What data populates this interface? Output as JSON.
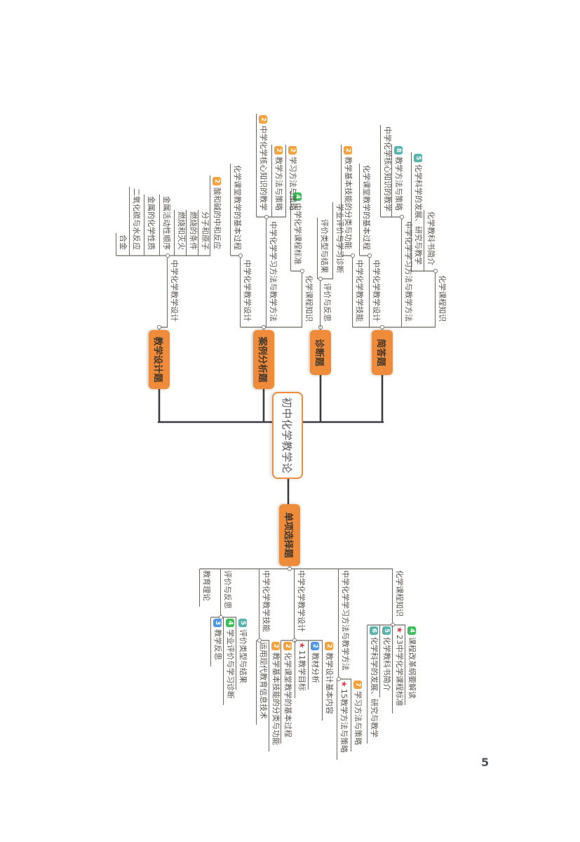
{
  "page": {
    "number": "5"
  },
  "icons": {
    "star": "★"
  },
  "colors": {
    "topic_fill": "#EF8C3C",
    "main_line": "#3E3A43",
    "sub_line": "#6E6760",
    "badge_orange": "#F6A13C",
    "badge_green": "#3CBE5B",
    "badge_blue": "#4E97E4",
    "badge_teal": "#56B4AC",
    "star_red": "#E3404A"
  },
  "root": {
    "label": "初中化学教学论"
  },
  "topics": [
    {
      "label": "简答题",
      "children": [
        {
          "label": "化学课程知识",
          "children": [
            {
              "label": "化学教科书简介"
            },
            {
              "label": "化学科学的发展、研究与教学",
              "badge": "5",
              "badge_color": "teal"
            }
          ]
        },
        {
          "label": "中学化学学习方法与教学方法",
          "children": [
            {
              "label": "教学方法与策略",
              "badge": "8",
              "badge_color": "teal"
            },
            {
              "label": "中学化学核心知识的教学"
            }
          ]
        },
        {
          "label": "中学化学教学设计",
          "children": [
            {
              "label": "化学课堂教学的基本过程"
            }
          ]
        },
        {
          "label": "中学化学教学技能",
          "children": [
            {
              "label": "教学基本技能的分类与功能",
              "badge": "2",
              "badge_color": "orange"
            }
          ]
        }
      ]
    },
    {
      "label": "诊断题",
      "children": [
        {
          "label": "评价与反思",
          "children": [
            {
              "label": "学业评价与学习诊断"
            },
            {
              "label": "评价类型与结果"
            }
          ]
        }
      ]
    },
    {
      "label": "案例分析题",
      "children": [
        {
          "label": "化学课程知识",
          "children": [
            {
              "label": "中学化学课程标准",
              "badge": "4",
              "badge_color": "green"
            }
          ]
        },
        {
          "label": "中学化学学习方法与教学方法",
          "children": [
            {
              "label": "学习方法与策略",
              "badge": "2",
              "badge_color": "orange"
            },
            {
              "label": "教学方法与策略",
              "badge": "2",
              "badge_color": "orange"
            },
            {
              "label": "中学化学核心知识的教学",
              "badge": "2",
              "badge_color": "orange"
            }
          ]
        },
        {
          "label": "中学化学教学设计",
          "children": [
            {
              "label": "化学课堂教学的基本过程"
            }
          ]
        }
      ]
    },
    {
      "label": "教学设计题",
      "children": [
        {
          "label": "中学化学教学设计",
          "children": [
            {
              "label": "酸和碱的中和反应",
              "badge": "2",
              "badge_color": "orange"
            },
            {
              "label": "分子和原子"
            },
            {
              "label": "燃烧的条件"
            },
            {
              "label": "燃烧和灭火"
            },
            {
              "label": "金属活动性顺序"
            },
            {
              "label": "金属的化学性质"
            },
            {
              "label": "二氧化碳与水反应"
            },
            {
              "label": "合金"
            }
          ]
        }
      ]
    },
    {
      "label": "单项选择题",
      "children": [
        {
          "label": "化学课程知识",
          "children": [
            {
              "label": "课程改革纲要解读",
              "badge": "4",
              "badge_color": "green"
            },
            {
              "label": "23中学化学课程标准",
              "star": true
            },
            {
              "label": "化学教科书简介",
              "badge": "5",
              "badge_color": "teal"
            },
            {
              "label": "化学科学的发展、研究与教学",
              "badge": "6",
              "badge_color": "teal"
            }
          ]
        },
        {
          "label": "中学化学学习方法与教学方法",
          "children": [
            {
              "label": "学习方法与策略",
              "badge": "7",
              "badge_color": "orange"
            },
            {
              "label": "15教学方法与策略",
              "star": true
            }
          ]
        },
        {
          "label": "中学化学教学设计",
          "children": [
            {
              "label": "教学设计基本内容",
              "badge": "2",
              "badge_color": "orange"
            },
            {
              "label": "教材分析",
              "badge": "2",
              "badge_color": "blue"
            },
            {
              "label": "11教学目标",
              "star": true
            },
            {
              "label": "化学课堂教学的基本过程",
              "badge": "2",
              "badge_color": "orange"
            }
          ]
        },
        {
          "label": "中学化学教学技能",
          "children": [
            {
              "label": "教学基本技能的分类与功能",
              "badge": "2",
              "badge_color": "orange"
            },
            {
              "label": "运用现代教育信息技术"
            }
          ]
        },
        {
          "label": "评价与反思",
          "children": [
            {
              "label": "评价类型与结果",
              "badge": "5",
              "badge_color": "teal"
            },
            {
              "label": "学业评价与学习诊断",
              "badge": "4",
              "badge_color": "green"
            },
            {
              "label": "教学反思",
              "badge": "3",
              "badge_color": "blue"
            }
          ]
        },
        {
          "label": "教育理论",
          "children": []
        }
      ]
    }
  ]
}
